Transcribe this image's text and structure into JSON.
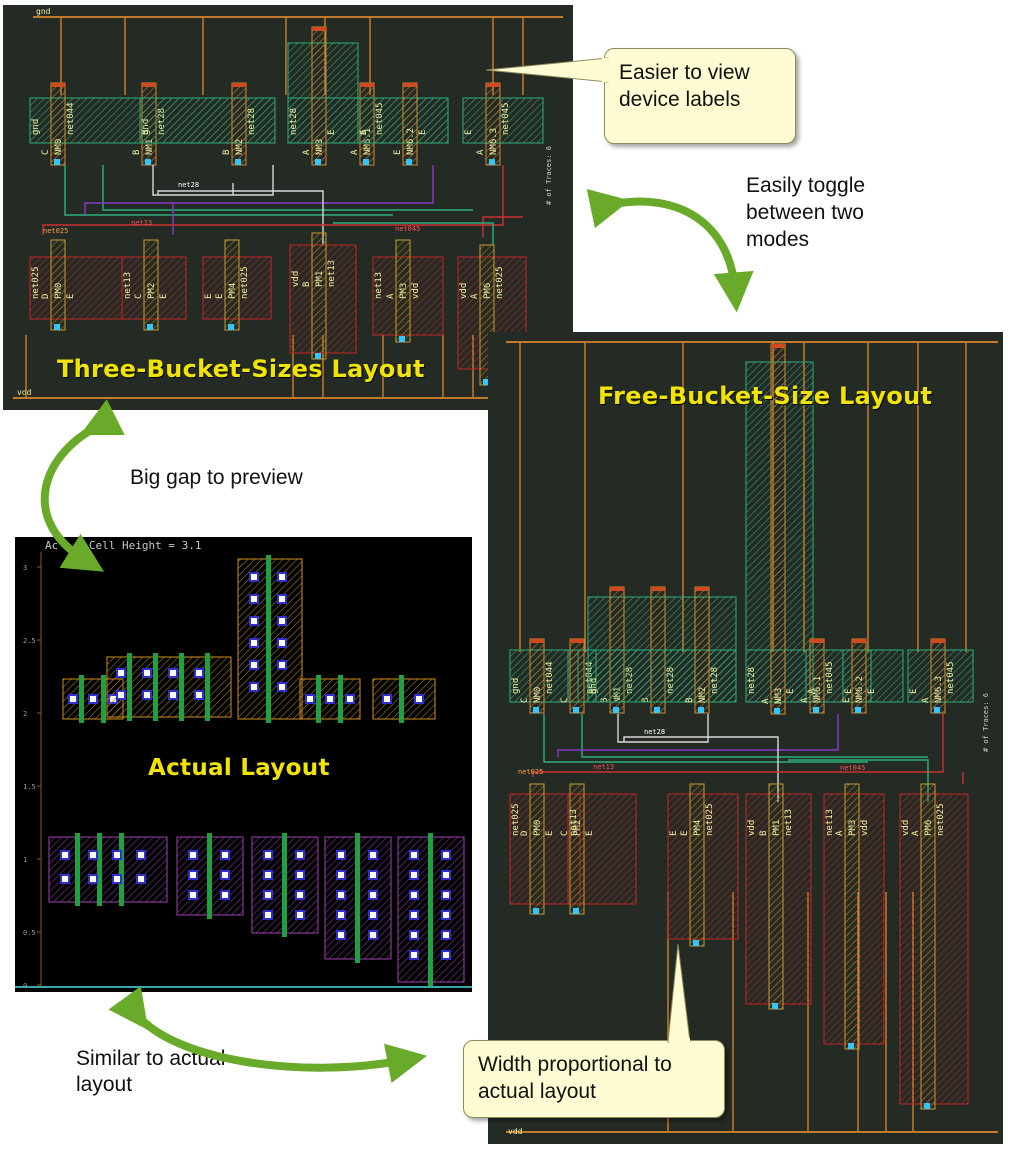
{
  "panels": {
    "three_bucket": {
      "title": "Three-Bucket-Sizes Layout"
    },
    "free_bucket": {
      "title": "Free-Bucket-Size Layout"
    },
    "actual": {
      "title": "Actual Layout",
      "cell_height": "Cell Height = 3.1",
      "cell_height_prefix": "Ac"
    }
  },
  "callouts": {
    "labels": "Easier to view device labels",
    "width": "Width proportional to actual layout"
  },
  "notes": {
    "toggle": "Easily toggle between two modes",
    "gap": "Big gap to preview",
    "similar": "Similar to actual layout"
  },
  "nets": {
    "vdd": "vdd",
    "gnd": "gnd",
    "count": "# of Traces: 6"
  },
  "devices_top": [
    {
      "name": "NM0",
      "left": "gnd",
      "gate": "C",
      "right": "net044"
    },
    {
      "name": "NM1",
      "left": "gnd",
      "gate": "B",
      "right": "net28"
    },
    {
      "name": "NM2",
      "left": "B",
      "gate": "B",
      "right": "net28"
    },
    {
      "name": "NM3",
      "left": "net28",
      "gate": "A",
      "right": "E"
    },
    {
      "name": "NM6.1",
      "left": "A",
      "gate": "A",
      "right": "net045"
    },
    {
      "name": "NM6.2",
      "left": "E",
      "gate": "E",
      "right": "E"
    },
    {
      "name": "NM6.3",
      "left": "E",
      "gate": "A",
      "right": "net045"
    }
  ],
  "devices_bottom": [
    {
      "name": "PM0",
      "left": "net025",
      "gate": "D",
      "right": "E"
    },
    {
      "name": "PM2",
      "left": "net13",
      "gate": "C",
      "right": "E"
    },
    {
      "name": "PM4",
      "left": "E",
      "gate": "E",
      "right": "net025"
    },
    {
      "name": "PM1",
      "left": "vdd",
      "gate": "B",
      "right": "net13"
    },
    {
      "name": "PM3",
      "left": "net13",
      "gate": "A",
      "right": "vdd"
    },
    {
      "name": "PM6",
      "left": "vdd",
      "gate": "A",
      "right": "net025"
    }
  ],
  "net_labels": [
    "net025",
    "net13",
    "net045",
    "net28"
  ],
  "axis_ticks": [
    "3",
    "2.5",
    "2",
    "1.5",
    "1",
    "0.5",
    "0"
  ]
}
